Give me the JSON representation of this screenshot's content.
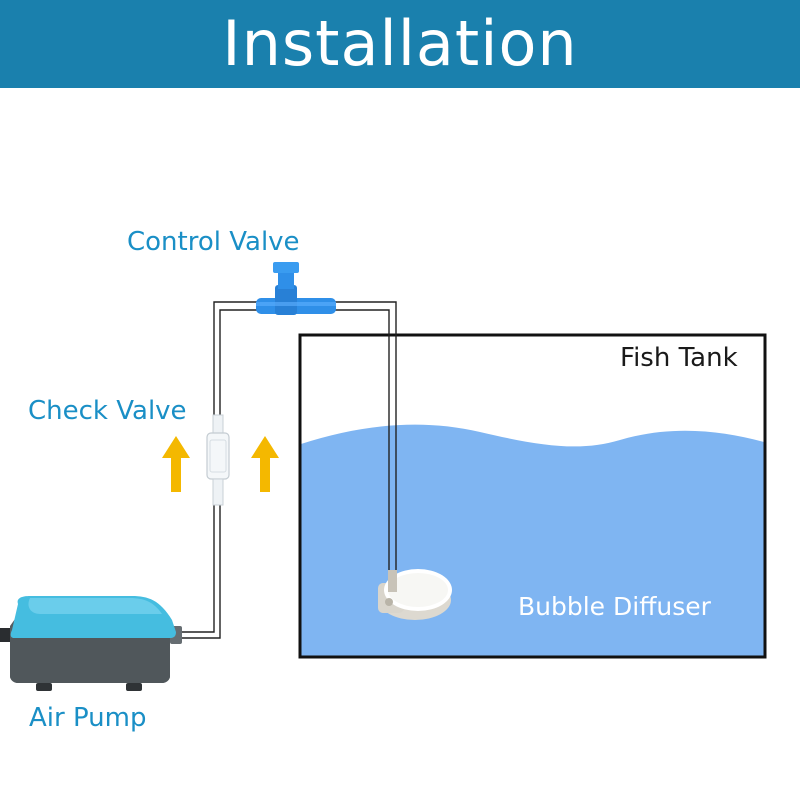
{
  "header": {
    "title": "Installation"
  },
  "labels": {
    "control_valve": "Control Valve",
    "check_valve": "Check Valve",
    "fish_tank": "Fish Tank",
    "bubble_diffuser": "Bubble Diffuser",
    "air_pump": "Air Pump"
  },
  "colors": {
    "header_bg": "#1a80ad",
    "label_blue": "#1a8fc6",
    "water": "#7fb5f2",
    "arrow": "#f4b800",
    "valve": "#2f8fe8",
    "pump_top": "#45bde0",
    "pump_base": "#555c60"
  },
  "icons": [
    "control-valve-icon",
    "check-valve-icon",
    "air-pump-icon",
    "bubble-diffuser-icon",
    "airflow-arrow-icon"
  ]
}
